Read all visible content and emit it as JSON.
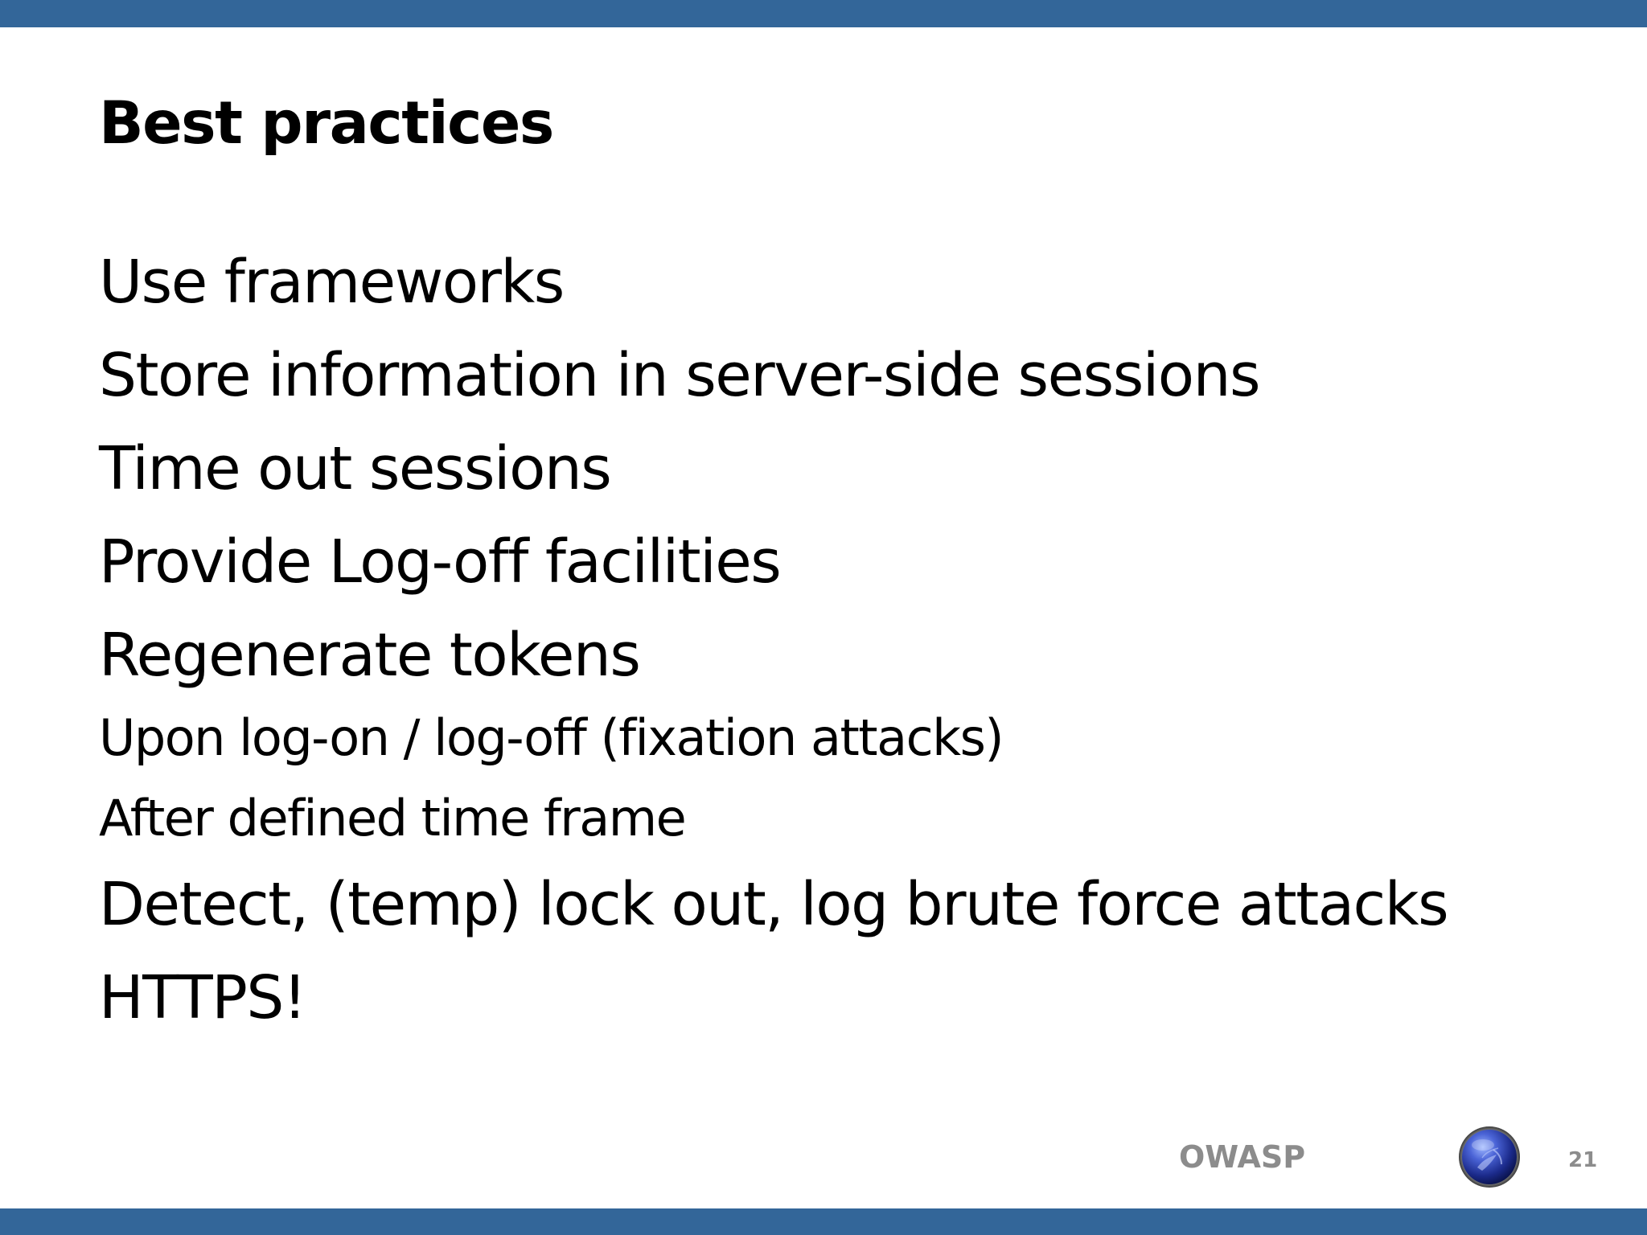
{
  "slide": {
    "title": "Best practices",
    "bullets": [
      {
        "text": "Use frameworks",
        "level": 1
      },
      {
        "text": "Store information in server-side sessions",
        "level": 1
      },
      {
        "text": "Time out sessions",
        "level": 1
      },
      {
        "text": "Provide Log-off facilities",
        "level": 1
      },
      {
        "text": "Regenerate tokens",
        "level": 1
      },
      {
        "text": "Upon log-on / log-off (fixation attacks)",
        "level": 2
      },
      {
        "text": "After defined time frame",
        "level": 2
      },
      {
        "text": "Detect, (temp) lock out, log brute force attacks",
        "level": 1
      },
      {
        "text": "HTTPS!",
        "level": 1
      }
    ]
  },
  "footer": {
    "brand": "OWASP",
    "logo_icon": "owasp-wasp-globe-icon",
    "page_number": "21"
  },
  "colors": {
    "bar": "#336699",
    "footer_text": "#8c8c8c",
    "text": "#000000",
    "background": "#ffffff"
  }
}
